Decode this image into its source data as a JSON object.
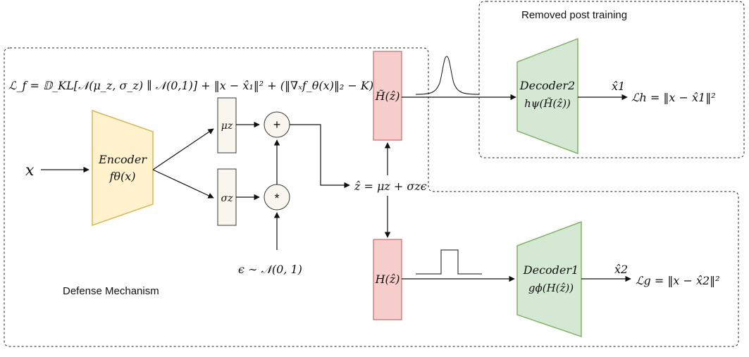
{
  "regions": {
    "removed_label": "Removed post  training",
    "defense_label": "Defense Mechanism"
  },
  "loss_f": "ℒ_f = 𝔻_KL[𝒩(μ_z, σ_z) ∥ 𝒩(0,1)] + ‖x − x̂₁‖² + (‖∇ₓf_θ(x)‖₂ − K)²",
  "input": {
    "label": "x"
  },
  "encoder": {
    "name": "Encoder",
    "func": "fθ(x)"
  },
  "mu_box": {
    "label": "μz"
  },
  "sigma_box": {
    "label": "σz"
  },
  "plus_node": {
    "label": "+"
  },
  "star_node": {
    "label": "*"
  },
  "epsilon": {
    "label": "ϵ ∼ 𝒩(0, 1)"
  },
  "z_equation": {
    "label": "ẑ = μz + σzϵ"
  },
  "h_tilde": {
    "label": "H̃(ẑ)"
  },
  "h_box": {
    "label": "H(ẑ)"
  },
  "decoder2": {
    "name": "Decoder2",
    "func": "hψ(H̃(ẑ))",
    "output": "x̂1",
    "loss": "ℒh = ‖x − x̂1‖²"
  },
  "decoder1": {
    "name": "Decoder1",
    "func": "gϕ(H(ẑ))",
    "output": "x̂2",
    "loss": "ℒg = ‖x − x̂2‖²"
  },
  "colors": {
    "encoder_fill": "#fff2cc",
    "encoder_stroke": "#d6b656",
    "decoder_fill": "#d5e8d4",
    "decoder_stroke": "#82b366",
    "h_fill": "#f8cecc",
    "h_stroke": "#b85450",
    "small_box_fill": "#f9f7ed",
    "small_box_stroke": "#36393d"
  }
}
